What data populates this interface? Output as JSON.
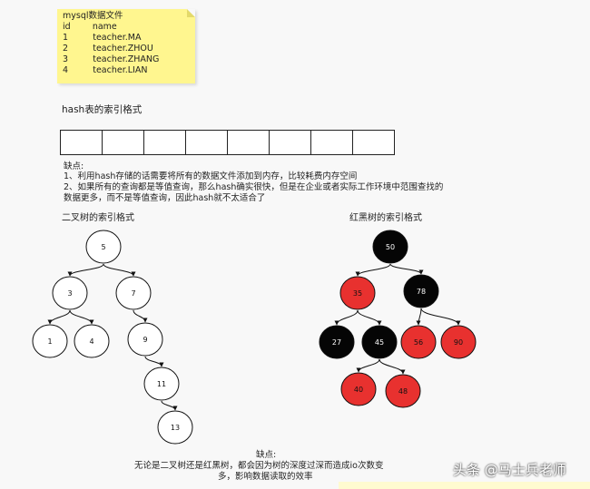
{
  "note": {
    "lines": [
      "mysql数据文件",
      "id        name",
      "1         teacher.MA",
      "2         teacher.ZHOU",
      "3         teacher.ZHANG",
      "4         teacher.LIAN"
    ]
  },
  "hash": {
    "title": "hash表的索引格式",
    "cell_count": 8
  },
  "drawbacks": {
    "lines": [
      "缺点:",
      "1、利用hash存储的话需要将所有的数据文件添加到内存，比较耗费内存空间",
      "2、如果所有的查询都是等值查询，那么hash确实很快，但是在企业或者实际工作环境中范围查找的",
      "数据更多，而不是等值查询，因此hash就不太适合了"
    ]
  },
  "binary_tree": {
    "title": "二叉树的索引格式",
    "nodes": [
      {
        "id": "5",
        "label": "5"
      },
      {
        "id": "3",
        "label": "3"
      },
      {
        "id": "7",
        "label": "7"
      },
      {
        "id": "1",
        "label": "1"
      },
      {
        "id": "4",
        "label": "4"
      },
      {
        "id": "9",
        "label": "9"
      },
      {
        "id": "11",
        "label": "11"
      },
      {
        "id": "13",
        "label": "13"
      }
    ],
    "edges": [
      [
        "5",
        "3"
      ],
      [
        "5",
        "7"
      ],
      [
        "3",
        "1"
      ],
      [
        "3",
        "4"
      ],
      [
        "7",
        "9"
      ],
      [
        "9",
        "11"
      ],
      [
        "11",
        "13"
      ]
    ]
  },
  "rb_tree": {
    "title": "红黑树的索引格式",
    "nodes": [
      {
        "id": "50",
        "label": "50",
        "color": "black"
      },
      {
        "id": "35",
        "label": "35",
        "color": "red"
      },
      {
        "id": "78",
        "label": "78",
        "color": "black"
      },
      {
        "id": "27",
        "label": "27",
        "color": "black"
      },
      {
        "id": "45",
        "label": "45",
        "color": "black"
      },
      {
        "id": "56",
        "label": "56",
        "color": "red"
      },
      {
        "id": "90",
        "label": "90",
        "color": "red"
      },
      {
        "id": "40",
        "label": "40",
        "color": "red"
      },
      {
        "id": "48",
        "label": "48",
        "color": "red"
      }
    ],
    "edges": [
      [
        "50",
        "35"
      ],
      [
        "50",
        "78"
      ],
      [
        "35",
        "27"
      ],
      [
        "35",
        "45"
      ],
      [
        "78",
        "56"
      ],
      [
        "78",
        "90"
      ],
      [
        "45",
        "40"
      ],
      [
        "45",
        "48"
      ]
    ]
  },
  "conclusion": {
    "lines": [
      "缺点:",
      "无论是二叉树还是红黑树，都会因为树的深度过深而造成io次数变",
      "多，影响数据读取的效率"
    ]
  },
  "watermark": "头条 @马士兵老师",
  "colors": {
    "red": "#e8312f",
    "black": "#050505",
    "note": "#fff68f"
  }
}
